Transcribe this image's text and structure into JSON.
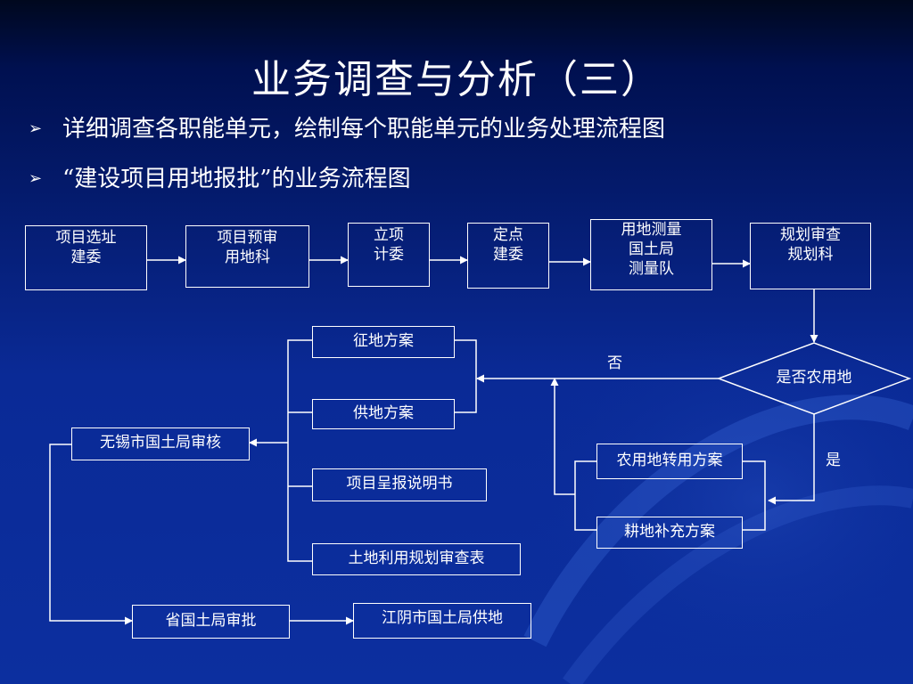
{
  "title": "业务调查与分析（三）",
  "bullets": [
    "详细调查各职能单元，绘制每个职能单元的业务处理流程图",
    "“建设项目用地报批”的业务流程图"
  ],
  "bullet_marker": "➢",
  "flow": {
    "row1": [
      {
        "line1": "项目选址",
        "line2": "建委"
      },
      {
        "line1": "项目预审",
        "line2": "用地科"
      },
      {
        "line1": "立项",
        "line2": "计委"
      },
      {
        "line1": "定点",
        "line2": "建委"
      },
      {
        "line1": "用地测量",
        "line2": "国土局",
        "line3": "测量队"
      },
      {
        "line1": "规划审查",
        "line2": "规划科"
      }
    ],
    "decision": "是否农用地",
    "no_label": "否",
    "yes_label": "是",
    "farmland": [
      "农用地转用方案",
      "耕地补充方案"
    ],
    "materials": [
      "征地方案",
      "供地方案",
      "项目呈报说明书",
      "土地利用规划审查表"
    ],
    "wuxi": "无锡市国土局审核",
    "province": "省国土局审批",
    "jiangyin": "江阴市国土局供地"
  }
}
